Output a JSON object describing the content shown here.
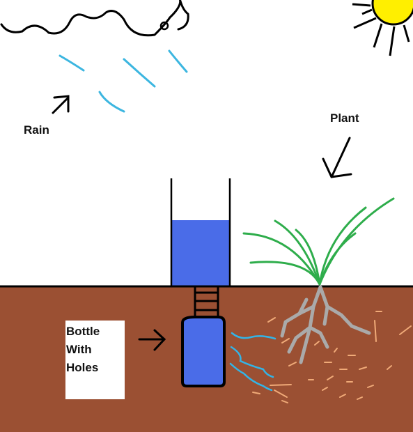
{
  "labels": {
    "rain": "Rain",
    "plant": "Plant",
    "bottle_line1": "Bottle",
    "bottle_line2": "With",
    "bottle_line3": "Holes"
  },
  "colors": {
    "sky": "#ffffff",
    "soil": "#9b5033",
    "ground_line": "#000000",
    "water": "#4a6ce8",
    "rain": "#3cb6e0",
    "seep": "#33b4e6",
    "sun": "#ffef00",
    "grass": "#2ead4b",
    "roots": "#aaaaaa",
    "root_hairs": "#f0aa78",
    "label_box": "#ffffff"
  },
  "icons": [
    "cloud-icon",
    "sun-icon",
    "rain-arrow-icon",
    "plant-arrow-icon",
    "bottle-arrow-icon"
  ]
}
